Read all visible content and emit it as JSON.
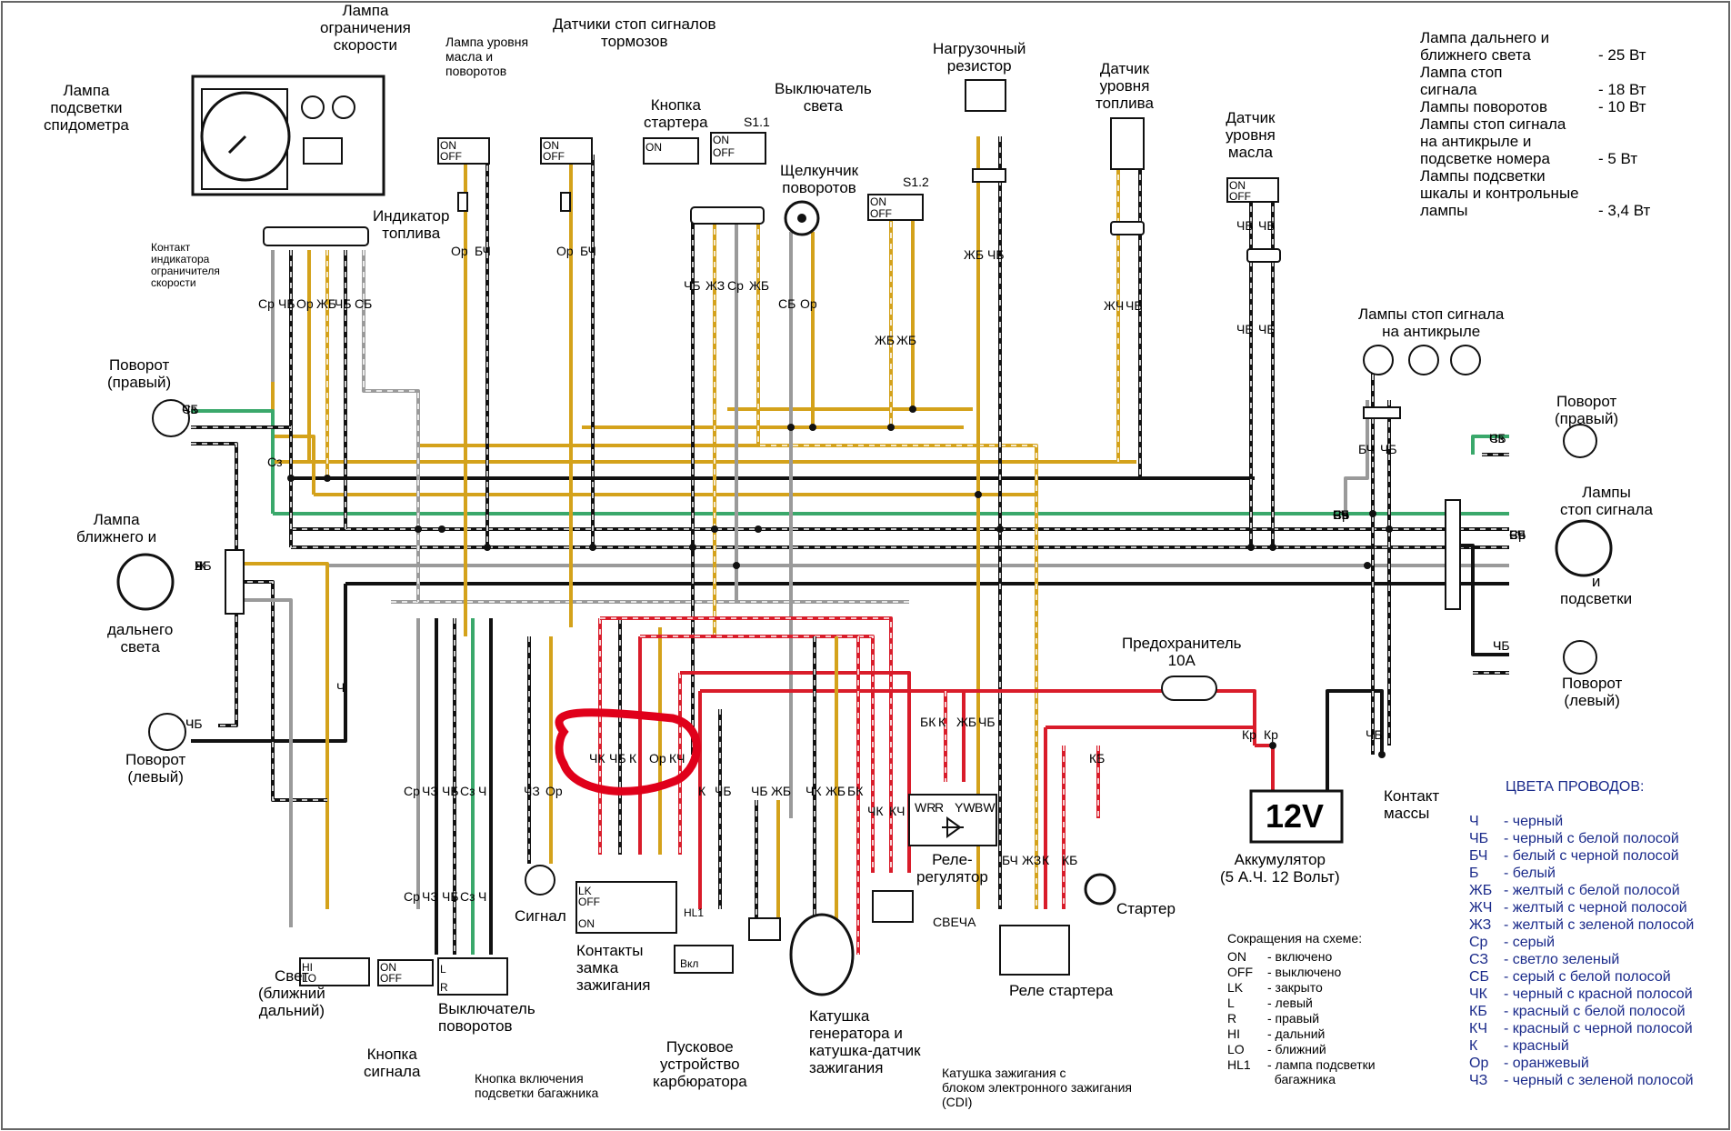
{
  "labels": {
    "speed_limit_lamp": "Лампа\nограничения\nскорости",
    "oil_level_turn_lamp": "Лампа уровня\nмасла и\nповоротов",
    "brake_sensors": "Датчики стоп сигналов\nтормозов",
    "speedo_backlight": "Лампа\nподсветки\nспидометра",
    "fuel_indicator": "Индикатор\nтоплива",
    "limiter_contact": "Контакт\nиндикатора\nограничителя\nскорости",
    "starter_button": "Кнопка\nстартера",
    "light_switch": "Выключатель\nсвета",
    "turn_clicker": "Щелкунчик\nповоротов",
    "load_resistor": "Нагрузочный\nрезистор",
    "fuel_sensor": "Датчик\nуровня\nтоплива",
    "oil_sensor": "Датчик\nуровня\nмасла",
    "turn_right_left_side": "Поворот\n(правый)",
    "headlamp_top": "Лампа\nближнего и",
    "headlamp_bottom": "дальнего\nсвета",
    "turn_left_left_side": "Поворот\n(левый)",
    "brake_lamps_wing": "Лампы стоп сигнала\nна антикрыле",
    "turn_right_right_side": "Поворот\n(правый)",
    "brake_lamps_right": "Лампы\nстоп сигнала",
    "and_backlight": "и\nподсветки",
    "turn_left_right_side": "Поворот\n(левый)",
    "fuse": "Предохранитель\n10А",
    "battery": "Аккумулятор\n(5 А.Ч. 12 Вольт)",
    "battery_voltage": "12V",
    "ground_contact": "Контакт\nмассы",
    "regulator": "Реле-\nрегулятор",
    "starter": "Стартер",
    "starter_relay": "Реле стартера",
    "spark_plug": "СВЕЧА",
    "signal": "Сигнал",
    "ignition_contacts": "Контакты\nзамка\nзажигания",
    "light_near_far": "Свет\n(ближний\nдальний)",
    "horn_button": "Кнопка\nсигнала",
    "turn_switch": "Выключатель\nповоротов",
    "trunk_light_button": "Кнопка включения\nподсветки багажника",
    "carb_starter": "Пусковое\nустройство\nкарбюратора",
    "generator_coil": "Катушка\nгенератора и\nкатушка-датчик\nзажигания",
    "cdi_coil": "Катушка зажигания с\nблоком электронного зажигания\n(CDI)",
    "s1_1": "S1.1",
    "s1_2": "S1.2",
    "hl1": "HL1",
    "vkl": "Вкл"
  },
  "power_table": [
    {
      "name": "Лампа дальнего и\nближнего света",
      "value": "- 25 Вт"
    },
    {
      "name": "Лампа стоп\nсигнала",
      "value": "- 18 Вт"
    },
    {
      "name": "Лампы поворотов",
      "value": "- 10 Вт"
    },
    {
      "name": "Лампы стоп сигнала\nна антикрыле и\nподсветке номера",
      "value": "- 5 Вт"
    },
    {
      "name": "Лампы подсветки\nшкалы и контрольные\nлампы",
      "value": "- 3,4 Вт"
    }
  ],
  "abbreviations": {
    "title": "Сокращения на схеме:",
    "items": [
      {
        "key": "ON",
        "value": "- включено"
      },
      {
        "key": "OFF",
        "value": "- выключено"
      },
      {
        "key": "LK",
        "value": "- закрыто"
      },
      {
        "key": "L",
        "value": "- левый"
      },
      {
        "key": "R",
        "value": "- правый"
      },
      {
        "key": "HI",
        "value": "- дальний"
      },
      {
        "key": "LO",
        "value": "- ближний"
      },
      {
        "key": "HL1",
        "value": "- лампа подсветки\n  багажника"
      }
    ]
  },
  "wire_colors": {
    "title": "ЦВЕТА ПРОВОДОВ:",
    "items": [
      {
        "code": "Ч",
        "name": "- черный"
      },
      {
        "code": "ЧБ",
        "name": "- черный с белой полосой"
      },
      {
        "code": "БЧ",
        "name": "- белый с черной полосой"
      },
      {
        "code": "Б",
        "name": "- белый"
      },
      {
        "code": "ЖБ",
        "name": "- желтый с белой полосой"
      },
      {
        "code": "ЖЧ",
        "name": "- желтый с черной полосой"
      },
      {
        "code": "ЖЗ",
        "name": "- желтый с зеленой полосой"
      },
      {
        "code": "Ср",
        "name": "- серый"
      },
      {
        "code": "СЗ",
        "name": "- светло зеленый"
      },
      {
        "code": "СБ",
        "name": "- серый с белой полосой"
      },
      {
        "code": "ЧК",
        "name": "- черный с красной полосой"
      },
      {
        "code": "КБ",
        "name": "- красный с белой полосой"
      },
      {
        "code": "КЧ",
        "name": "- красный с черной полосой"
      },
      {
        "code": "К",
        "name": "- красный"
      },
      {
        "code": "Ор",
        "name": "- оранжевый"
      },
      {
        "code": "ЧЗ",
        "name": "- черный с зеленой полосой"
      }
    ]
  },
  "wire_tags": {
    "cluster": [
      "Ср",
      "ЧБ",
      "Ор",
      "ЖБ",
      "ЧБ",
      "СБ"
    ],
    "brake1": [
      "Ор",
      "БЧ"
    ],
    "brake2": [
      "Ор",
      "БЧ"
    ],
    "starter_switch": [
      "ЧБ",
      "ЖЗ",
      "Ср",
      "ЖБ"
    ],
    "clicker": [
      "СБ",
      "Ор"
    ],
    "s12": [
      "ЖБ",
      "ЖБ"
    ],
    "resistor": [
      "ЖБ",
      "ЧБ"
    ],
    "fuel": [
      "ЖЧ",
      "ЧБ"
    ],
    "oil_top": [
      "ЧБ",
      "ЧБ"
    ],
    "oil_bottom": [
      "ЧБ",
      "ЧБ"
    ],
    "bus_right": [
      "Сз",
      "БЧ",
      "ЧБ",
      "Ср",
      "Ч"
    ],
    "rear_right": [
      "БЧ",
      "ЧБ",
      "Ср"
    ],
    "wing_bottom": [
      "БЧ",
      "ЧБ"
    ],
    "turn_rr": [
      "Сз",
      "ЧБ"
    ],
    "turn_rl": [
      "Ч",
      "ЧБ"
    ],
    "turn_lr": [
      "Сз",
      "ЧБ"
    ],
    "turn_ll": [
      "Ч",
      "ЧБ"
    ],
    "headlamp": [
      "Ж",
      "ЧБ",
      "Б"
    ],
    "left_bundle": [
      "Ср",
      "ЧЗ",
      "ЧБ",
      "Сз",
      "Ч"
    ],
    "left_bundle_low": [
      "Ср",
      "ЧЗ",
      "ЧБ",
      "Сз",
      "Ч"
    ],
    "signal_wires": [
      "ЧЗ",
      "Ор"
    ],
    "ignition": [
      "ЧК",
      "ЧБ",
      "К",
      "Ор",
      "КЧ"
    ],
    "carb": [
      "К",
      "ЧБ"
    ],
    "trunk": [
      "ЧБ",
      "ЖБ"
    ],
    "generator": [
      "ЧК",
      "ЖБ",
      "БК"
    ],
    "cdi": [
      "ЧК",
      "КЧ"
    ],
    "regulator_in": [
      "БК",
      "К",
      "ЖБ",
      "ЧБ"
    ],
    "regulator_pins": [
      "WR",
      "R",
      "YW",
      "BW"
    ],
    "starter_relay": [
      "БЧ",
      "ЖЗ",
      "К",
      "КБ"
    ],
    "battery": [
      "Кр",
      "Кр"
    ],
    "starter_in": [
      "КБ"
    ],
    "ground": [
      "ЧБ"
    ],
    "mid_ch": [
      "Ч"
    ],
    "left_sz": [
      "Сз"
    ]
  },
  "switch_labels": {
    "on": "ON",
    "off": "OFF",
    "lk": "LK",
    "hi": "HI",
    "lo": "LO",
    "l": "L",
    "r": "R"
  },
  "colors": {
    "black": "#111111",
    "yellow": "#d4a21b",
    "green": "#3aa86b",
    "gray": "#9a9a9a",
    "red": "#d91c2a",
    "highlight": "#e0001a",
    "blue_text": "#1a2a8a"
  }
}
